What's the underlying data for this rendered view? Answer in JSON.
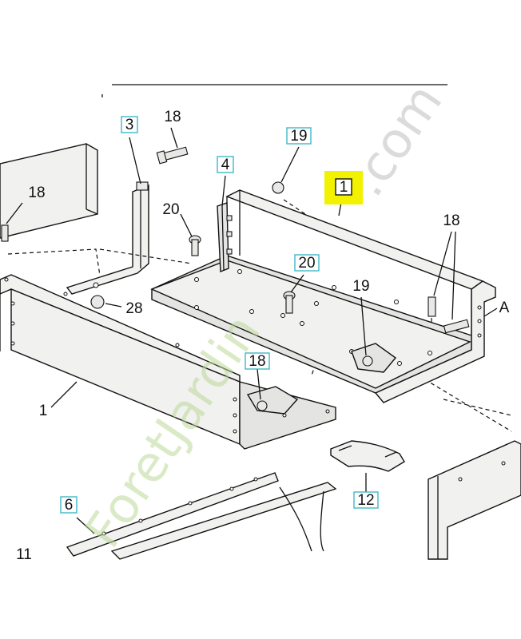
{
  "callouts": [
    {
      "id": "c3",
      "text": "3",
      "boxed": true,
      "box_color": "#3fb8c8"
    },
    {
      "id": "c18a",
      "text": "18",
      "boxed": false
    },
    {
      "id": "c19a",
      "text": "19",
      "boxed": true,
      "box_color": "#3fb8c8"
    },
    {
      "id": "c4",
      "text": "4",
      "boxed": true,
      "box_color": "#3fb8c8"
    },
    {
      "id": "c18b",
      "text": "18",
      "boxed": false
    },
    {
      "id": "c1a",
      "text": "1",
      "boxed": true,
      "box_color": "#111111",
      "highlight": "#f2f200"
    },
    {
      "id": "c20a",
      "text": "20",
      "boxed": false
    },
    {
      "id": "c18c",
      "text": "18",
      "boxed": false
    },
    {
      "id": "c20b",
      "text": "20",
      "boxed": true,
      "box_color": "#3fb8c8"
    },
    {
      "id": "cA",
      "text": "A",
      "boxed": false
    },
    {
      "id": "c28",
      "text": "28",
      "boxed": false
    },
    {
      "id": "c19b",
      "text": "19",
      "boxed": false
    },
    {
      "id": "c18d",
      "text": "18",
      "boxed": true,
      "box_color": "#3fb8c8"
    },
    {
      "id": "c1b",
      "text": "1",
      "boxed": false
    },
    {
      "id": "c6",
      "text": "6",
      "boxed": true,
      "box_color": "#3fb8c8"
    },
    {
      "id": "c12",
      "text": "12",
      "boxed": true,
      "box_color": "#3fb8c8"
    },
    {
      "id": "c11",
      "text": "11",
      "boxed": false
    }
  ],
  "watermark": {
    "text": "ForetJardin",
    "suffix": ".com",
    "color": "#bcd99a",
    "suffix_color": "#cccccc"
  }
}
